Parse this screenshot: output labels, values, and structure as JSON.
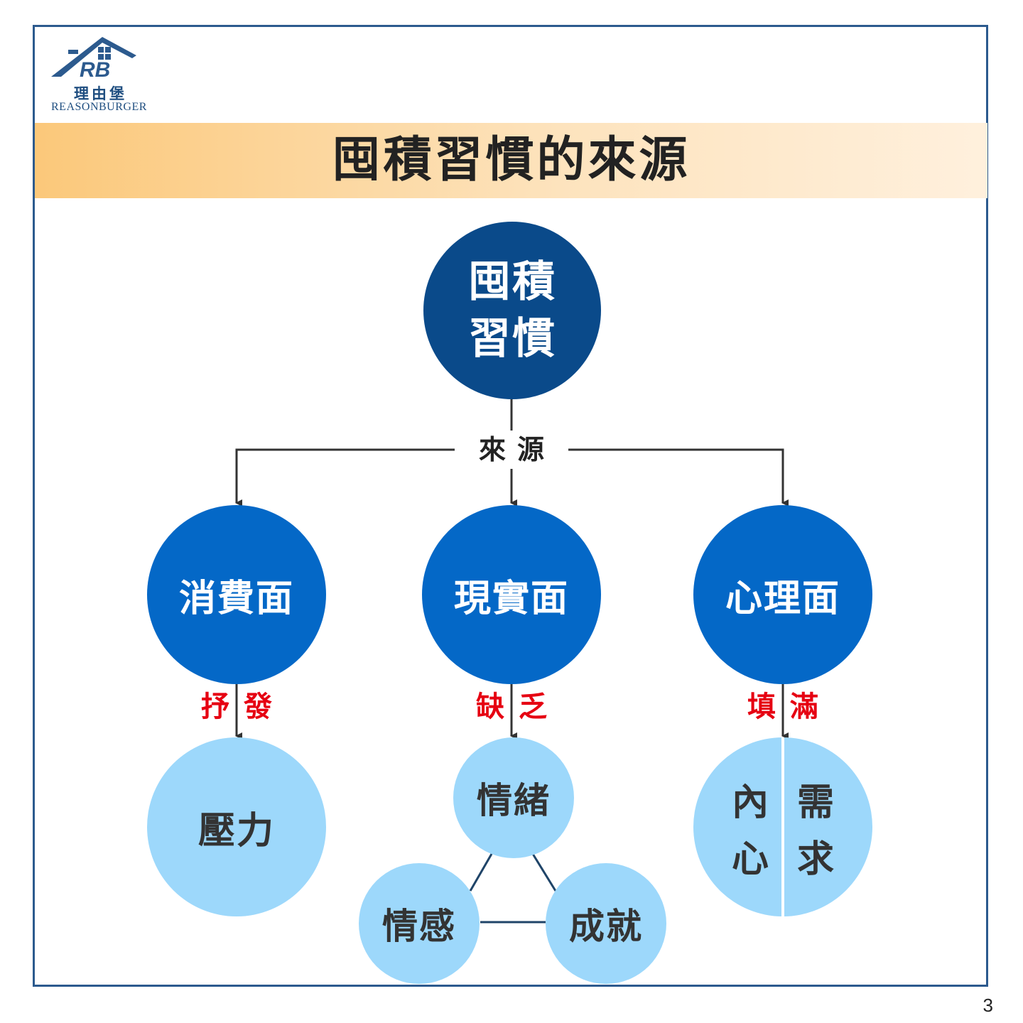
{
  "logo": {
    "mark": "RB",
    "chinese": "理由堡",
    "english": "REASONBURGER"
  },
  "title": "囤積習慣的來源",
  "root": {
    "line1": "囤積",
    "line2": "習慣"
  },
  "source_label": "來源",
  "branches": [
    {
      "node": "消費面",
      "relation": "抒發",
      "leaf": "壓力"
    },
    {
      "node": "現實面",
      "relation": "缺乏",
      "leaves": [
        "情緒",
        "情感",
        "成就"
      ]
    },
    {
      "node": "心理面",
      "relation": "填滿",
      "leaf_columns": [
        "內心",
        "需求"
      ]
    }
  ],
  "page_number": "3",
  "colors": {
    "frame": "#2c5a8e",
    "root": "#0a4a8a",
    "mid": "#0468c7",
    "leaf": "#9dd8fb",
    "relation_text": "#e60012",
    "title_band_start": "#fbc87a",
    "title_band_end": "#fff0dd"
  }
}
